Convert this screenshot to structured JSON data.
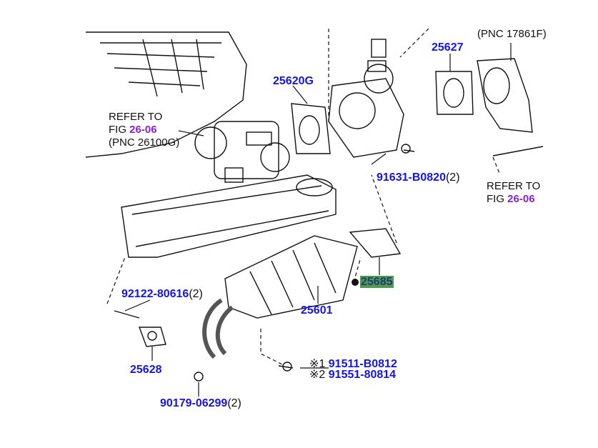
{
  "labels": {
    "p25620g": "25620G",
    "p25627": "25627",
    "p25601": "25601",
    "p25685": "25685",
    "p25628": "25628",
    "p91631": "91631-B0820",
    "p91631_qty": "(2)",
    "p92122": "92122-80616",
    "p92122_qty": "(2)",
    "p90179": "90179-06299",
    "p90179_qty": "(2)",
    "p91511_mark": "※1",
    "p91511": "91511-B0812",
    "p91551_mark": "※2",
    "p91551": "91551-80814"
  },
  "refs": {
    "left": {
      "line1": "REFER TO",
      "fig_prefix": "FIG ",
      "fig": "26-06",
      "line3": "(PNC 26100G)"
    },
    "right": {
      "line1": "REFER TO",
      "fig_prefix": "FIG ",
      "fig": "26-06"
    },
    "top_right": "(PNC 17861F)"
  },
  "colors": {
    "part": "#1414e6",
    "fig": "#8a1fd0",
    "highlight": "#4f9a4f"
  }
}
